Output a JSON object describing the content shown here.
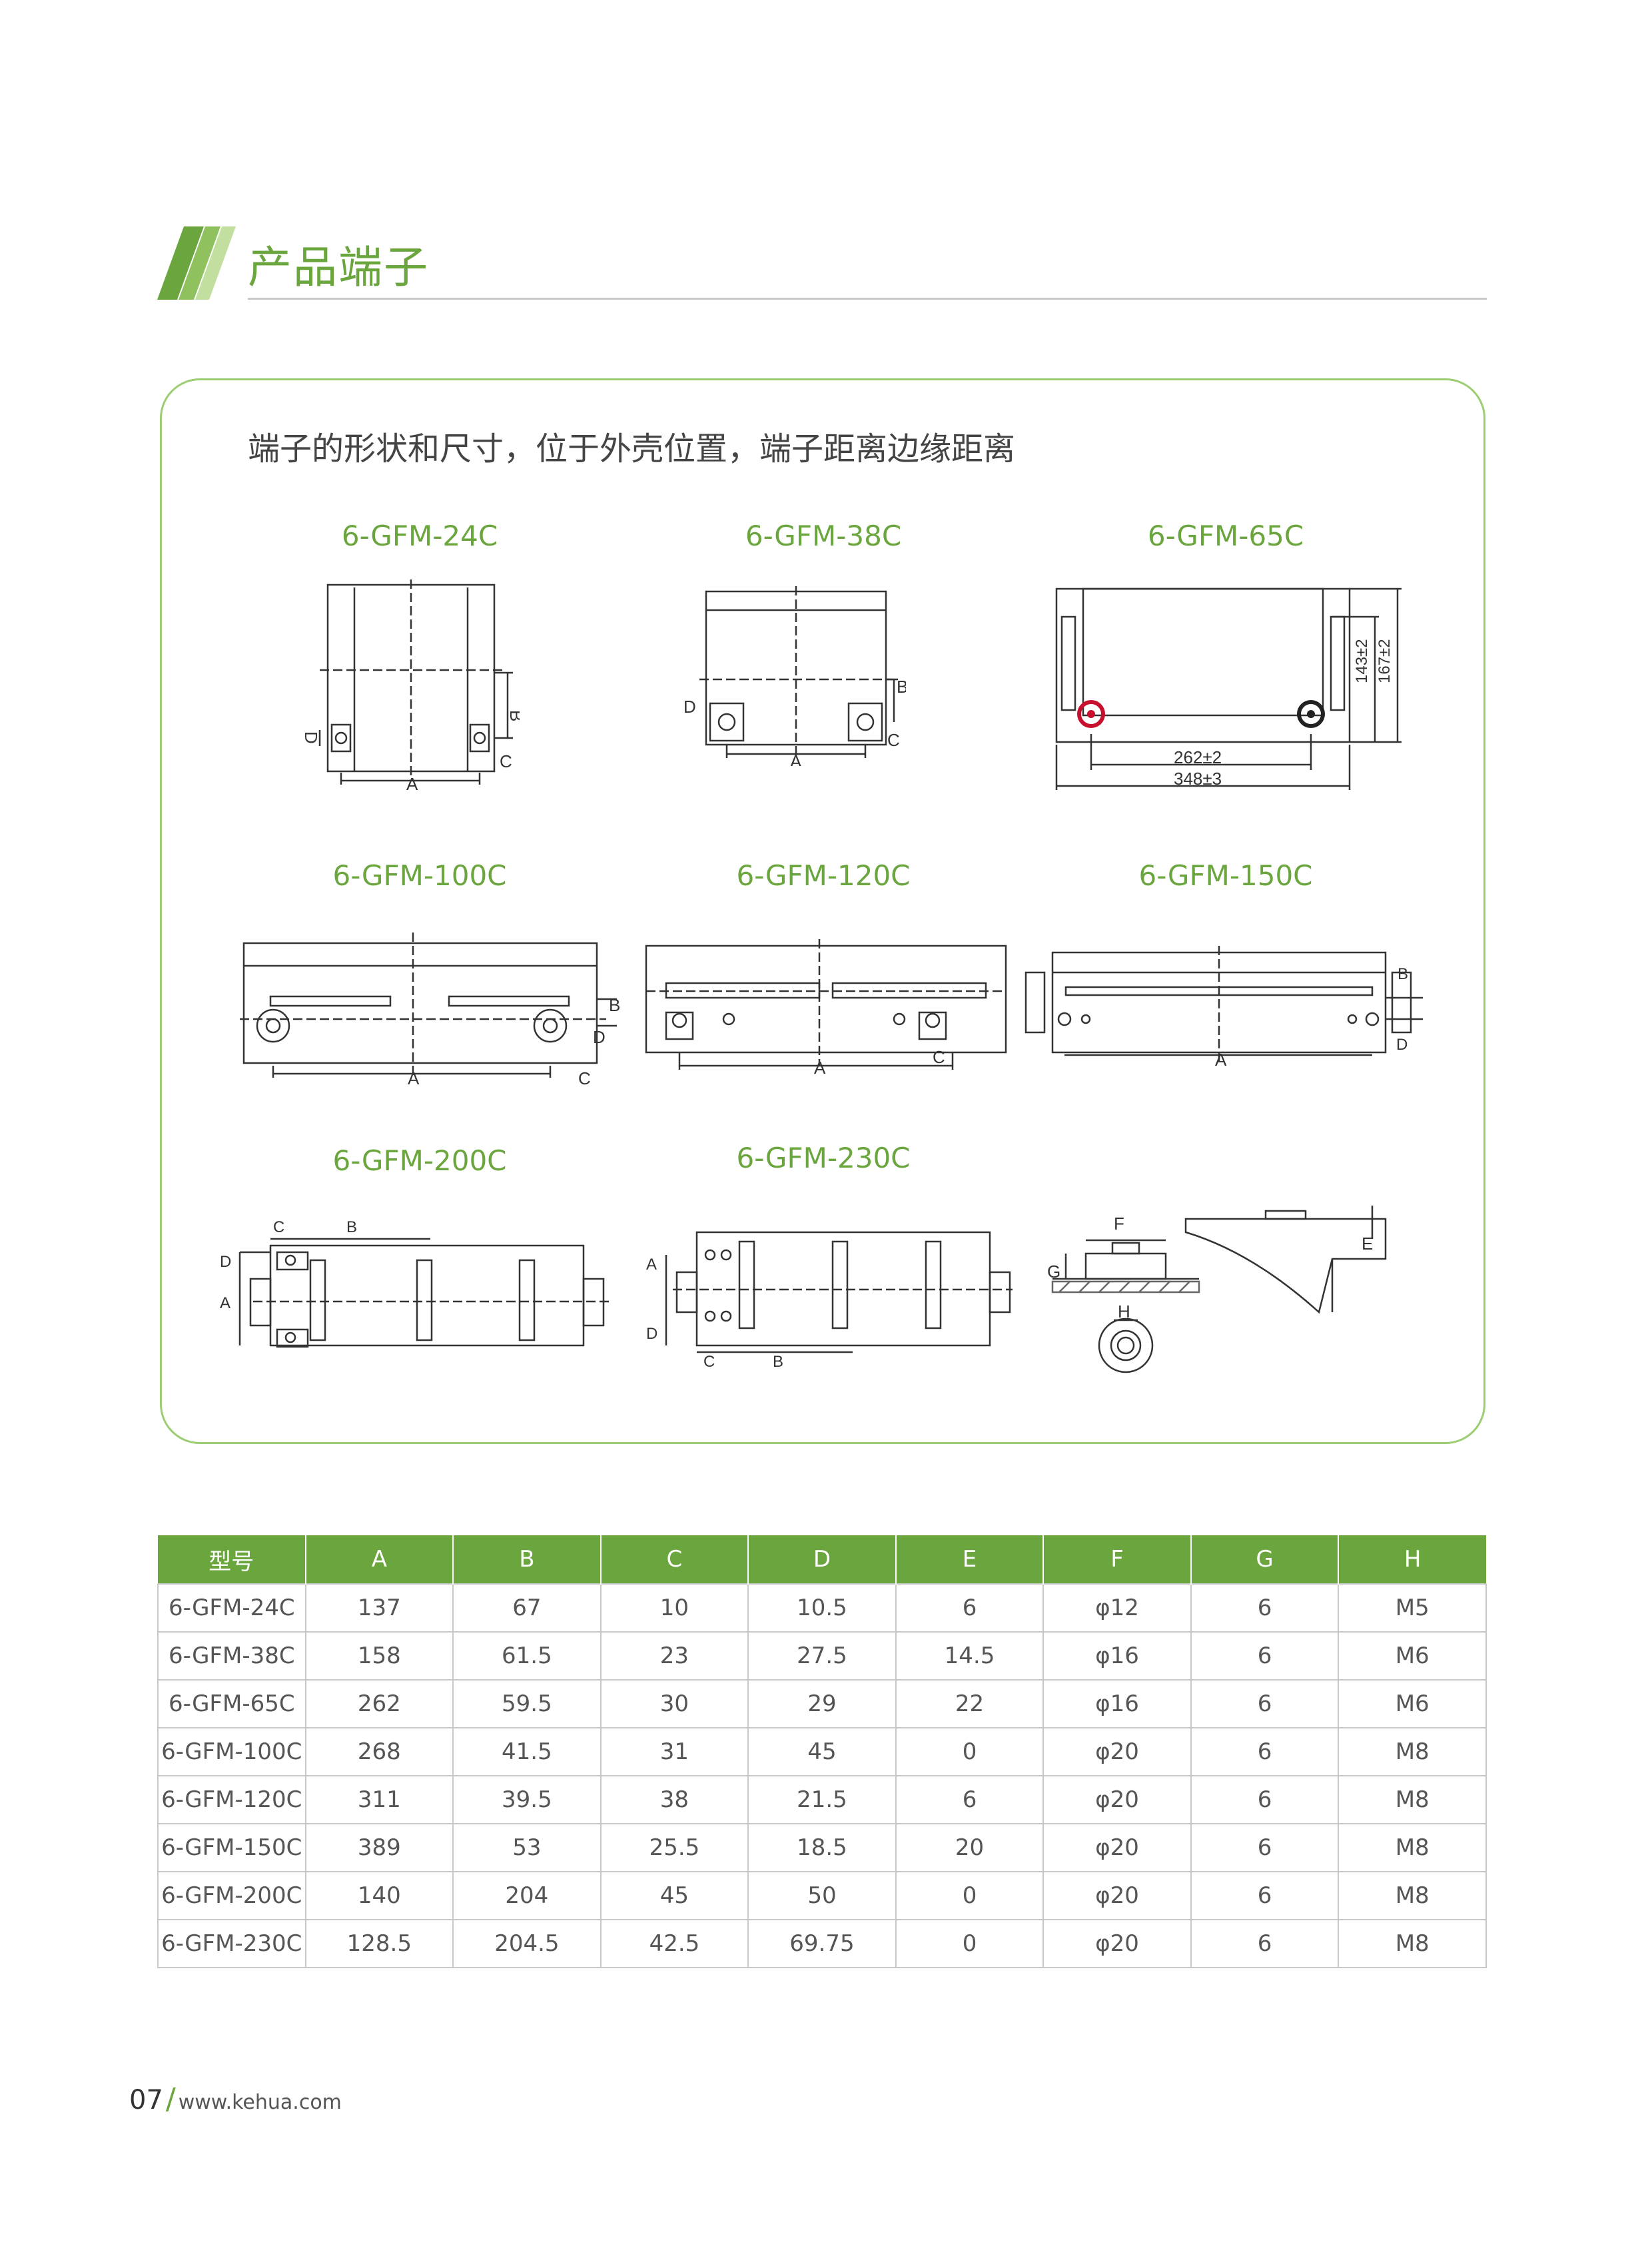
{
  "header": {
    "title": "产品端子"
  },
  "intro": "端子的形状和尺寸，位于外壳位置，端子距离边缘距离",
  "models": [
    "6-GFM-24C",
    "6-GFM-38C",
    "6-GFM-65C",
    "6-GFM-100C",
    "6-GFM-120C",
    "6-GFM-150C",
    "6-GFM-200C",
    "6-GFM-230C"
  ],
  "dims65": {
    "a": "262±2",
    "b": "348±3",
    "h1": "143±2",
    "h2": "167±2"
  },
  "table": {
    "headers": [
      "型号",
      "A",
      "B",
      "C",
      "D",
      "E",
      "F",
      "G",
      "H"
    ],
    "rows": [
      [
        "6-GFM-24C",
        "137",
        "67",
        "10",
        "10.5",
        "6",
        "φ12",
        "6",
        "M5"
      ],
      [
        "6-GFM-38C",
        "158",
        "61.5",
        "23",
        "27.5",
        "14.5",
        "φ16",
        "6",
        "M6"
      ],
      [
        "6-GFM-65C",
        "262",
        "59.5",
        "30",
        "29",
        "22",
        "φ16",
        "6",
        "M6"
      ],
      [
        "6-GFM-100C",
        "268",
        "41.5",
        "31",
        "45",
        "0",
        "φ20",
        "6",
        "M8"
      ],
      [
        "6-GFM-120C",
        "311",
        "39.5",
        "38",
        "21.5",
        "6",
        "φ20",
        "6",
        "M8"
      ],
      [
        "6-GFM-150C",
        "389",
        "53",
        "25.5",
        "18.5",
        "20",
        "φ20",
        "6",
        "M8"
      ],
      [
        "6-GFM-200C",
        "140",
        "204",
        "45",
        "50",
        "0",
        "φ20",
        "6",
        "M8"
      ],
      [
        "6-GFM-230C",
        "128.5",
        "204.5",
        "42.5",
        "69.75",
        "0",
        "φ20",
        "6",
        "M8"
      ]
    ]
  },
  "footer": {
    "page": "07",
    "url": "www.kehua.com"
  },
  "colors": {
    "accent": "#6aa63d",
    "panel_border": "#9ccd72",
    "terminal_positive": "#c8102e",
    "terminal_negative": "#222222"
  }
}
